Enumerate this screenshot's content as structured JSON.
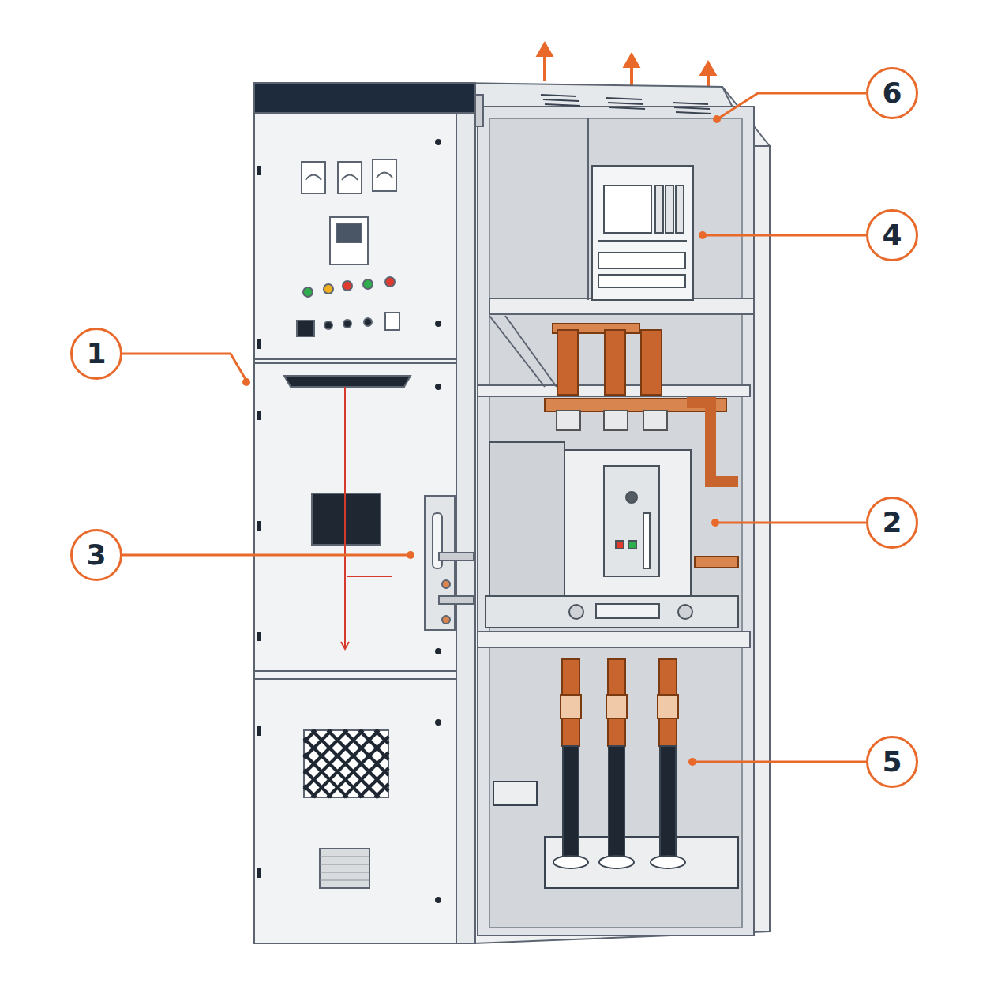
{
  "diagram": {
    "nodes": [
      {
        "text": [
          "6"
        ]
      },
      {
        "text": [
          "4"
        ]
      },
      {
        "text": [
          "1"
        ]
      },
      {
        "text": [
          "2"
        ]
      },
      {
        "text": [
          "3"
        ]
      },
      {
        "text": [
          "5"
        ]
      }
    ]
  }
}
